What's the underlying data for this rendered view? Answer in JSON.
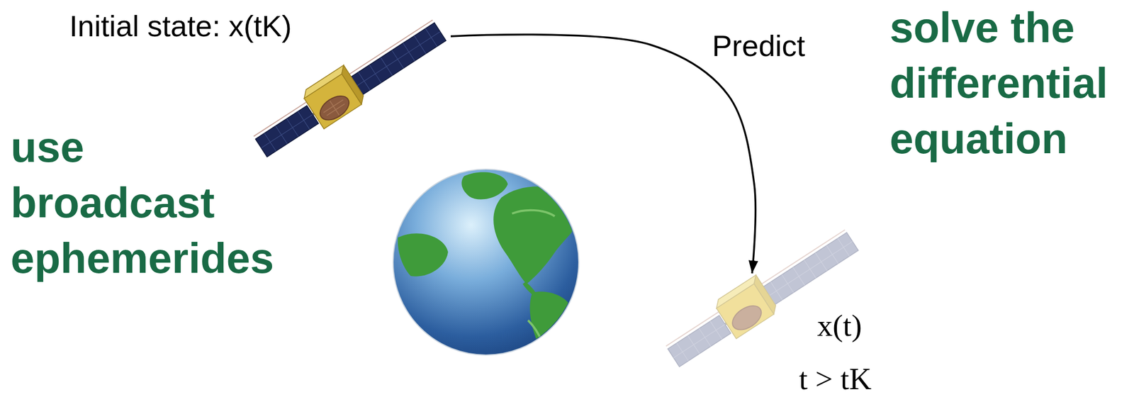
{
  "diagram": {
    "nodes": [
      {
        "text": [
          "Initial state: x(tK)"
        ]
      },
      {
        "text": [
          "x(t)",
          "t > tK"
        ]
      }
    ],
    "edges": [
      {
        "from": 0,
        "to": 1,
        "arrow": "to",
        "label": "Predict"
      }
    ],
    "labels": [
      "solve the differential equation",
      "use broadcast ephemerides"
    ]
  }
}
